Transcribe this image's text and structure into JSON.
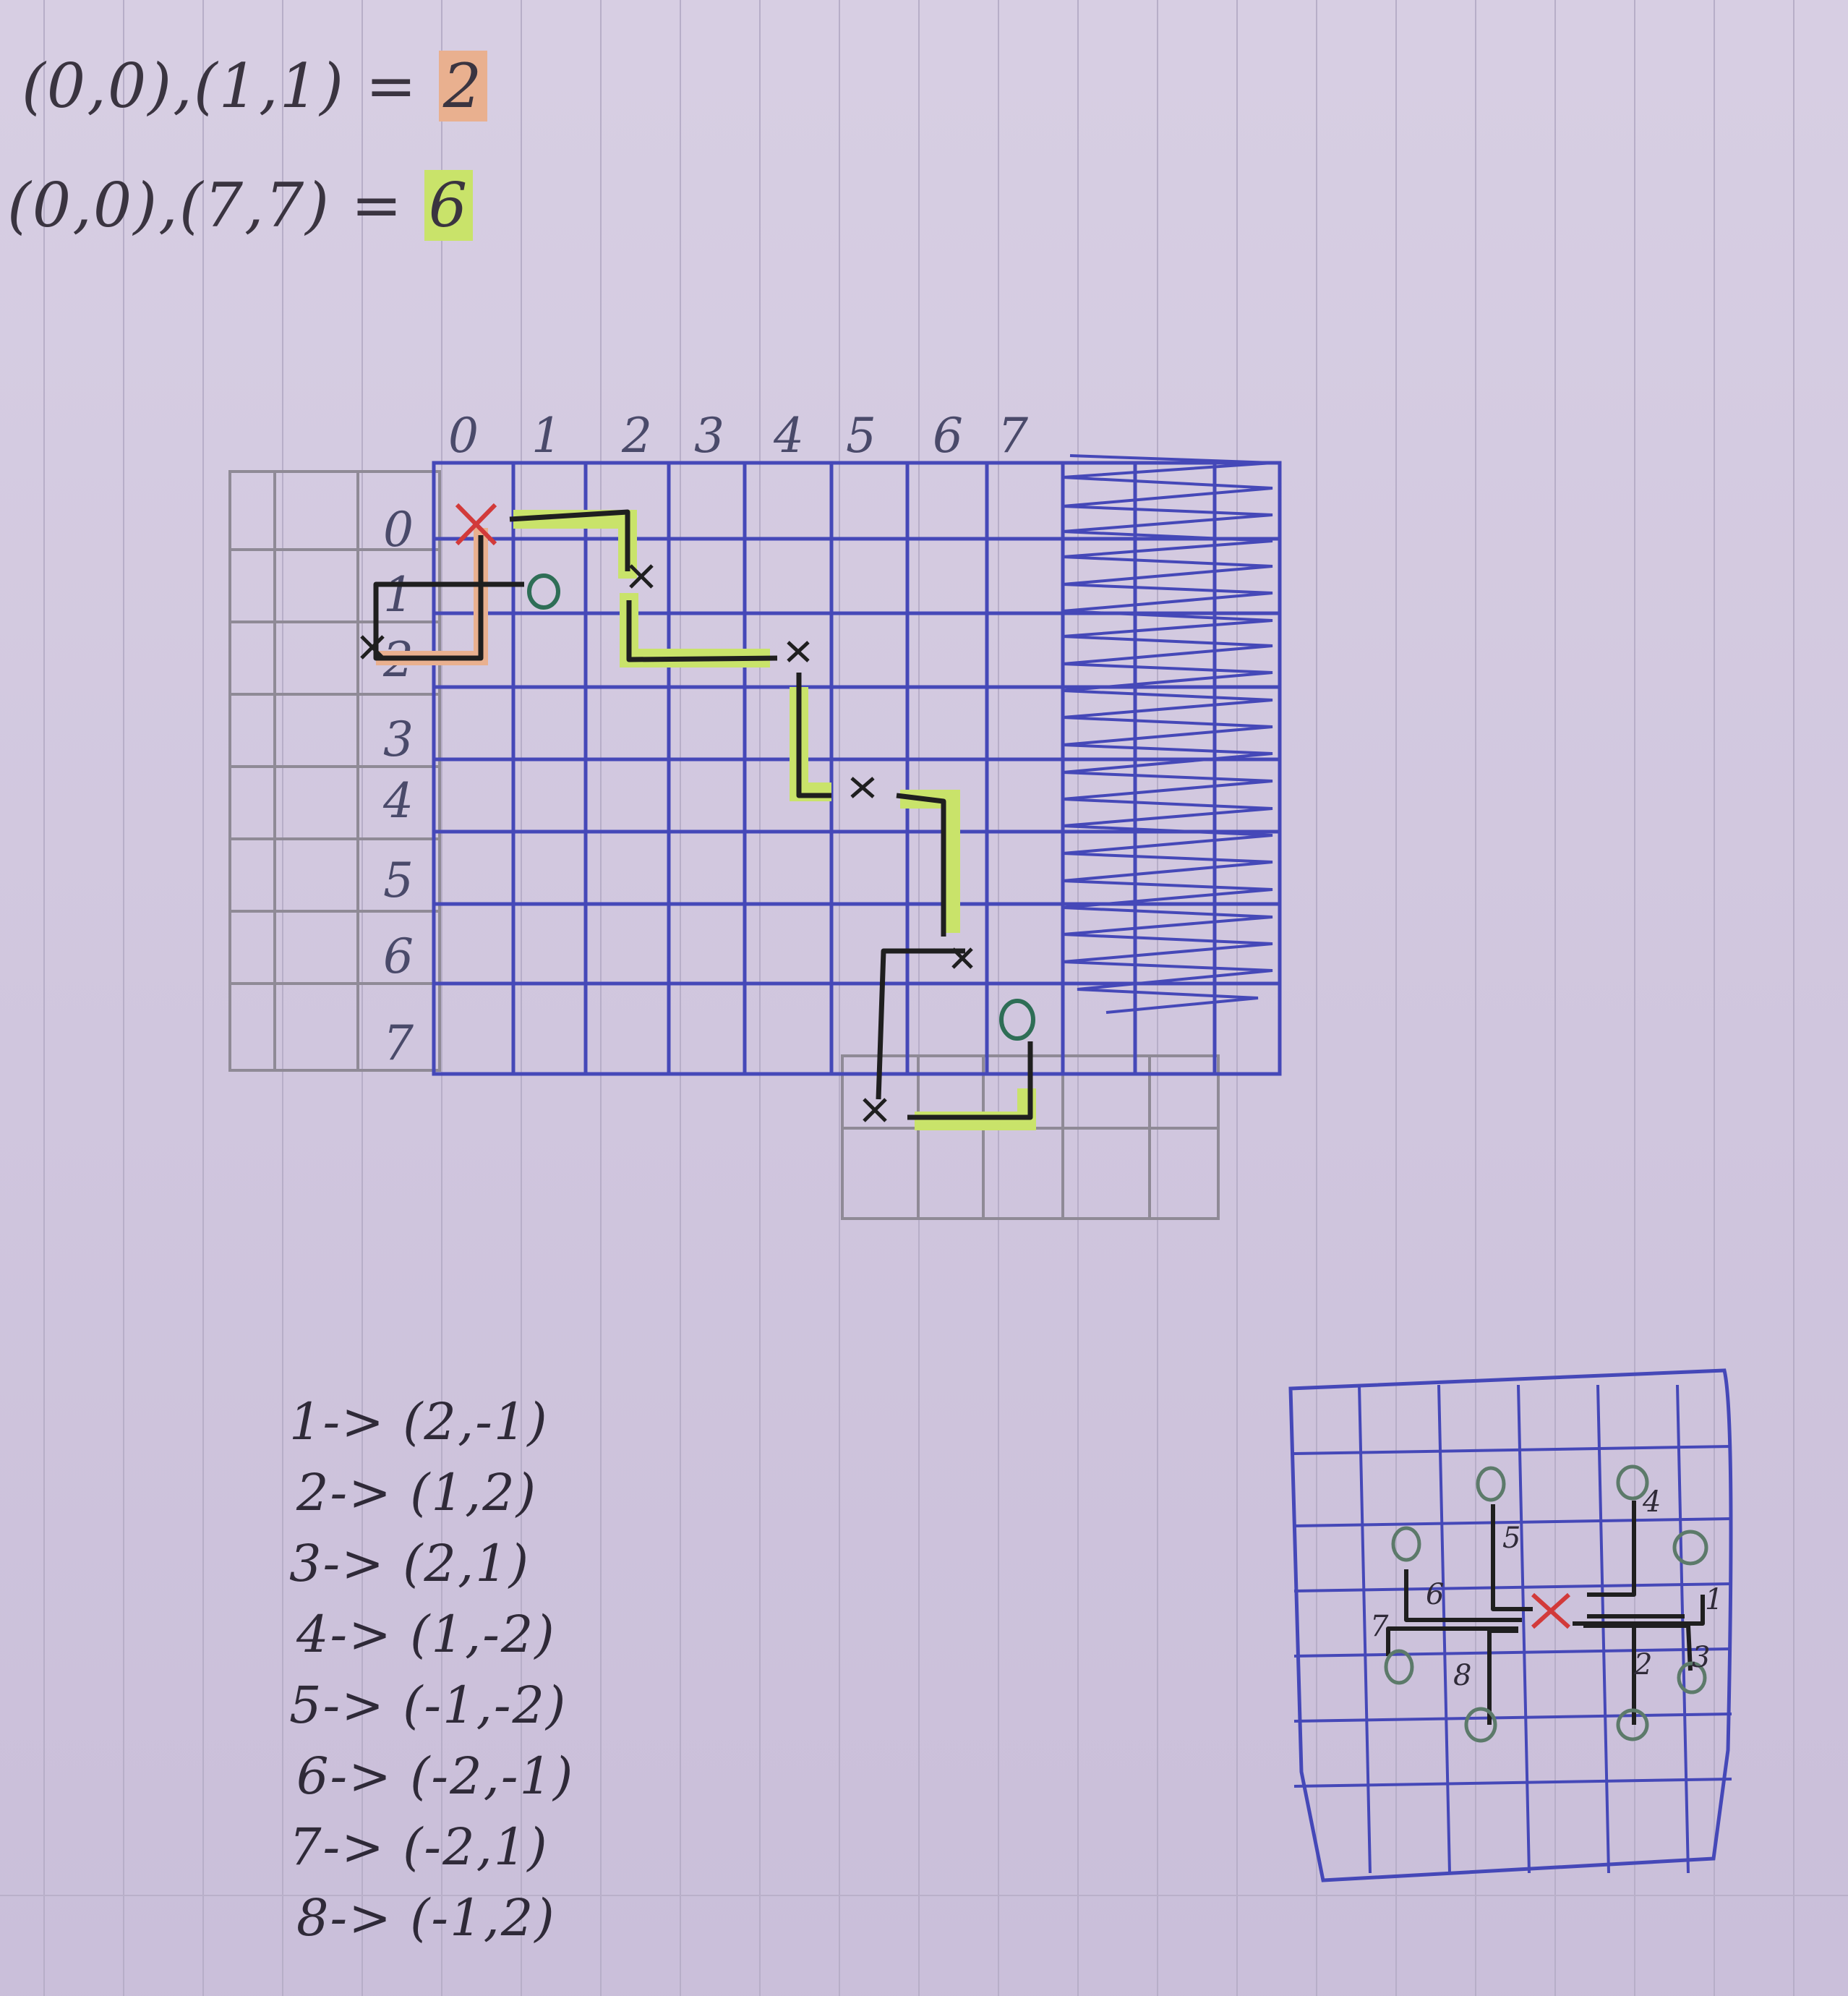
{
  "equations": [
    {
      "left": "(0,0),(1,1) =",
      "result": "2",
      "highlight": "#e9b08f"
    },
    {
      "left": "(0,0),(7,7) =",
      "result": "6",
      "highlight": "#c9e36a"
    }
  ],
  "board": {
    "col_labels": [
      "0",
      "1",
      "2",
      "3",
      "4",
      "5",
      "6",
      "7"
    ],
    "row_labels": [
      "0",
      "1",
      "2",
      "3",
      "4",
      "5",
      "6",
      "7"
    ],
    "grid_color": "#4548b8",
    "path_color": "#1f1f1f",
    "highlight_color": "#c9e36a",
    "start_marker_color": "#d23a3a",
    "end_marker_color": "#2e6e56"
  },
  "knight_moves": {
    "title": "",
    "items": [
      {
        "n": "1",
        "arrow": "->",
        "delta": "(2,-1)"
      },
      {
        "n": "2",
        "arrow": "->",
        "delta": "(1,2)"
      },
      {
        "n": "3",
        "arrow": "->",
        "delta": "(2,1)"
      },
      {
        "n": "4",
        "arrow": "->",
        "delta": "(1,-2)"
      },
      {
        "n": "5",
        "arrow": "->",
        "delta": "(-1,-2)"
      },
      {
        "n": "6",
        "arrow": "->",
        "delta": "(-2,-1)"
      },
      {
        "n": "7",
        "arrow": "->",
        "delta": "(-2,1)"
      },
      {
        "n": "8",
        "arrow": "->",
        "delta": "(-1,2)"
      }
    ]
  },
  "small_diagram_labels": [
    "1",
    "2",
    "3",
    "4",
    "5",
    "6",
    "7",
    "8"
  ]
}
